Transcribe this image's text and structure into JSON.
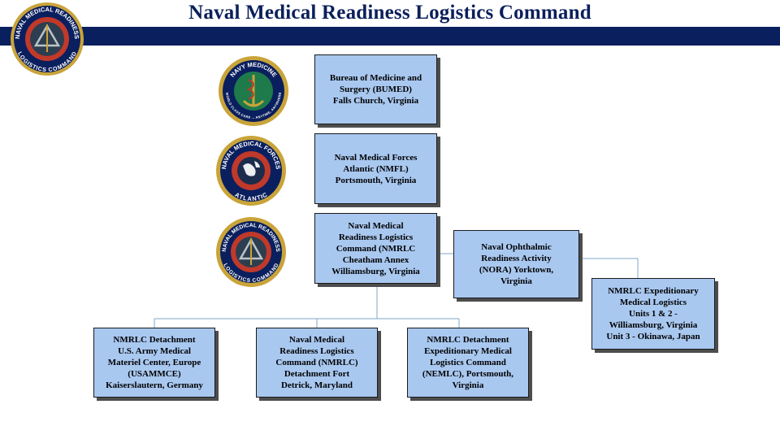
{
  "title": "Naval Medical Readiness Logistics Command",
  "colors": {
    "navy": "#0a1f5e",
    "box_fill": "#a9c8f0",
    "gold": "#c9a43a"
  },
  "seals": {
    "header": {
      "top_text": "NAVAL MEDICAL READINESS",
      "bottom_text": "LOGISTICS COMMAND"
    },
    "navy_medicine": {
      "top_text": "NAVY MEDICINE",
      "bottom_text": "WORLD CLASS CARE ... ANYTIME, ANYWHERE"
    },
    "nmfl": {
      "top_text": "NAVAL MEDICAL FORCES",
      "bottom_text": "ATLANTIC"
    },
    "nmrlc": {
      "top_text": "NAVAL MEDICAL READINESS",
      "bottom_text": "LOGISTICS COMMAND"
    }
  },
  "boxes": {
    "bumed": "Bureau of Medicine and\nSurgery (BUMED)\nFalls Church, Virginia",
    "nmfl": "Naval Medical Forces\nAtlantic (NMFL)\nPortsmouth, Virginia",
    "nmrlc": "Naval Medical\nReadiness Logistics\nCommand (NMRLC\nCheatham Annex\nWilliamsburg, Virginia",
    "nora": "Naval Ophthalmic\nReadiness Activity\n(NORA) Yorktown,\nVirginia",
    "expeditionary": "NMRLC Expeditionary\nMedical Logistics\nUnits 1 & 2 -\nWilliamsburg, Virginia\nUnit 3 - Okinawa, Japan",
    "usammce": "NMRLC Detachment\nU.S. Army Medical\nMateriel Center, Europe\n(USAMMCE)\nKaiserslautern, Germany",
    "fort_detrick": "Naval Medical\nReadiness Logistics\nCommand (NMRLC)\nDetachment Fort\nDetrick, Maryland",
    "nemlc": "NMRLC Detachment\nExpeditionary Medical\nLogistics Command\n(NEMLC), Portsmouth,\nVirginia"
  }
}
